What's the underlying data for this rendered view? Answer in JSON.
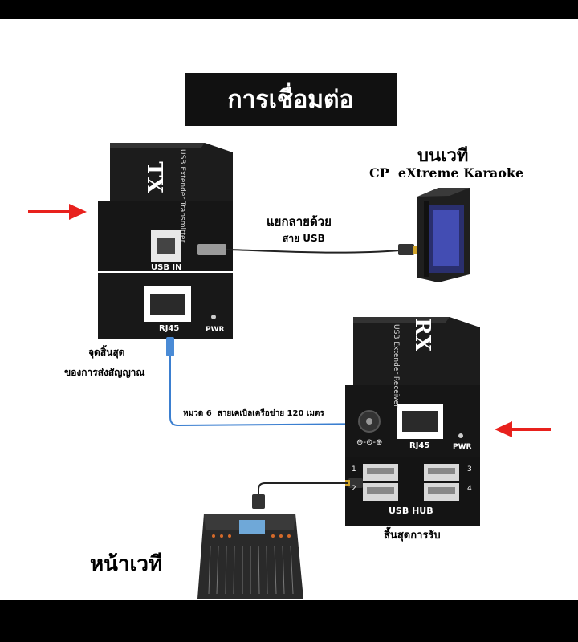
{
  "title": "การเชื่อมต่อ",
  "stage_top": {
    "heading": "บนเวที",
    "subheading": "CP  eXtreme Karaoke"
  },
  "stage_front": "หน้าเวที",
  "usb_cable": {
    "line1": "แยกลายด้วย",
    "line2": "สาย USB"
  },
  "endpoint": {
    "line1": "จุดสิ้นสุด",
    "line2": "ของการส่งสัญญาณ"
  },
  "lan_cable": "หมวด 6  สายเคเบิลเครือข่าย 120 เมตร",
  "receiver_end": "สิ้นสุดการรับ",
  "tx": {
    "logo": "TX",
    "side_text": "USB Extender  Transmitter",
    "port_usb": "USB IN",
    "port_rj45": "RJ45",
    "pwr": "PWR"
  },
  "rx": {
    "logo": "RX",
    "side_text": "USB Extender  Receiver",
    "port_rj45": "RJ45",
    "pwr": "PWR",
    "hub": "USB  HUB",
    "ports": [
      "1",
      "2",
      "3",
      "4"
    ],
    "dc_symbol": "⊖-⊙-⊕"
  },
  "colors": {
    "arrow": "#e8211d",
    "lan": "#3b7fd0",
    "device": "#1e1e1e"
  }
}
